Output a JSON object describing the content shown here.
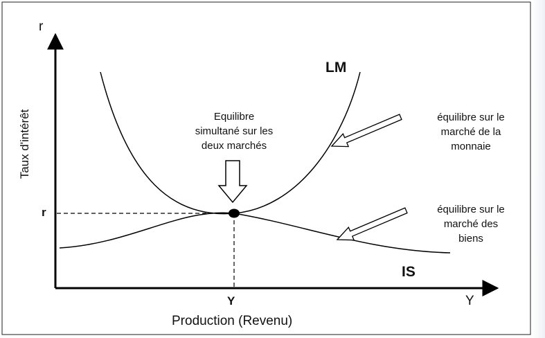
{
  "diagram": {
    "axes": {
      "y_symbol": "r",
      "x_symbol": "Y",
      "y_label": "Taux d'intérêt",
      "x_label": "Production (Revenu)"
    },
    "equilibrium": {
      "r_label": "r",
      "y_label": "Y",
      "note_lines": [
        "Equilibre",
        "simultané sur les",
        "deux marchés"
      ]
    },
    "curves": {
      "lm": {
        "name": "LM",
        "note_lines": [
          "équilibre sur le",
          "marché de la",
          "monnaie"
        ]
      },
      "is": {
        "name": "IS",
        "note_lines": [
          "équilibre sur le",
          "marché des",
          "biens"
        ]
      }
    },
    "colors": {
      "ink": "#000000",
      "frame": "#444444"
    }
  }
}
